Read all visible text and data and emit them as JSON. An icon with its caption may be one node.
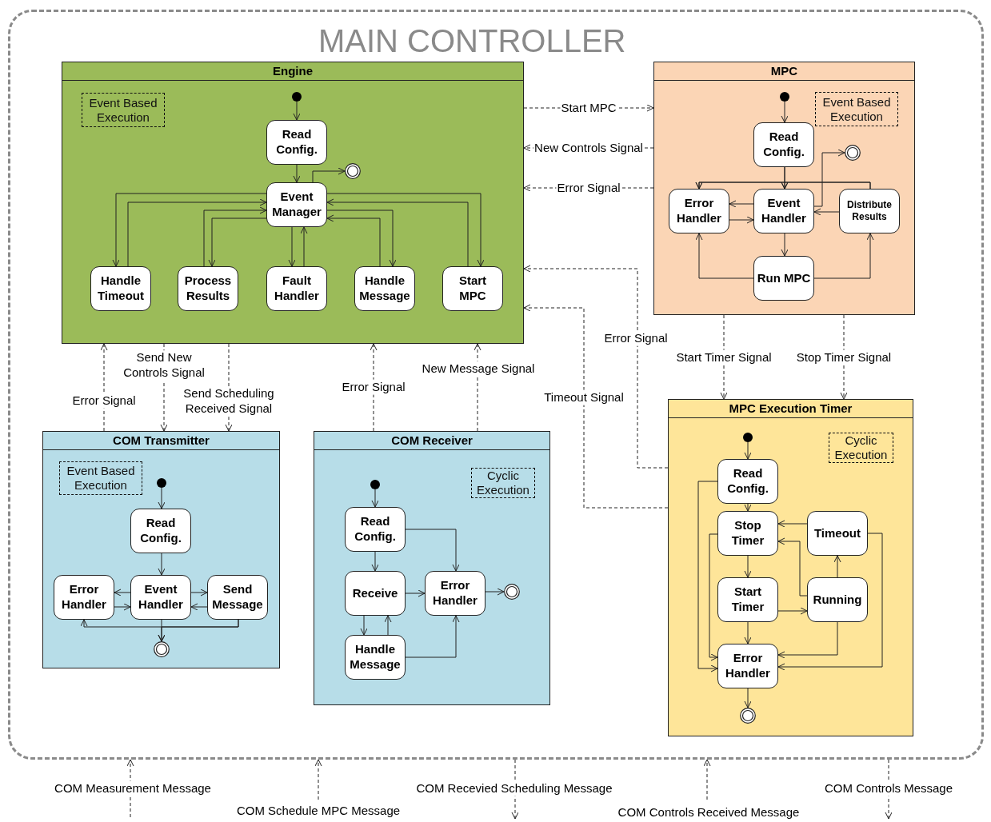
{
  "diagram": {
    "nodes": [
      {
        "text": [
          "MAIN CONTROLLER"
        ]
      },
      {
        "text": [
          "Engine"
        ],
        "in": 0
      },
      {
        "text": [
          "Event Based Execution"
        ],
        "in": 1
      },
      {
        "text": [],
        "shape": "dot",
        "in": 1
      },
      {
        "text": [
          "Read Config."
        ],
        "in": 1
      },
      {
        "text": [],
        "shape": "circle",
        "in": 1
      },
      {
        "text": [
          "Event Manager"
        ],
        "in": 1
      },
      {
        "text": [
          "Handle Timeout"
        ],
        "in": 1
      },
      {
        "text": [
          "Process Results"
        ],
        "in": 1
      },
      {
        "text": [
          "Fault Handler"
        ],
        "in": 1
      },
      {
        "text": [
          "Handle Message"
        ],
        "in": 1
      },
      {
        "text": [
          "Start MPC"
        ],
        "in": 1
      },
      {
        "text": [
          "MPC"
        ],
        "in": 0
      },
      {
        "text": [
          "Event Based Execution"
        ],
        "in": 12
      },
      {
        "text": [],
        "shape": "dot",
        "in": 12
      },
      {
        "text": [
          "Read Config."
        ],
        "in": 12
      },
      {
        "text": [],
        "shape": "circle",
        "in": 12
      },
      {
        "text": [
          "Error Handler"
        ],
        "in": 12
      },
      {
        "text": [
          "Event Handler"
        ],
        "in": 12
      },
      {
        "text": [
          "Distribute Results"
        ],
        "in": 12
      },
      {
        "text": [
          "Run MPC"
        ],
        "in": 12
      },
      {
        "text": [
          "COM Transmitter"
        ],
        "in": 0
      },
      {
        "text": [
          "Event Based Execution"
        ],
        "in": 21
      },
      {
        "text": [],
        "shape": "dot",
        "in": 21
      },
      {
        "text": [
          "Read Config."
        ],
        "in": 21
      },
      {
        "text": [
          "Error Handler"
        ],
        "in": 21
      },
      {
        "text": [
          "Event Handler"
        ],
        "in": 21
      },
      {
        "text": [
          "Send Message"
        ],
        "in": 21
      },
      {
        "text": [],
        "shape": "circle",
        "in": 21
      },
      {
        "text": [
          "COM Receiver"
        ],
        "in": 0
      },
      {
        "text": [
          "Cyclic Execution"
        ],
        "in": 29
      },
      {
        "text": [],
        "shape": "dot",
        "in": 29
      },
      {
        "text": [
          "Read Config."
        ],
        "in": 29
      },
      {
        "text": [
          "Receive"
        ],
        "in": 29
      },
      {
        "text": [
          "Error Handler"
        ],
        "in": 29
      },
      {
        "text": [],
        "shape": "circle",
        "in": 29
      },
      {
        "text": [
          "Handle Message"
        ],
        "in": 29
      },
      {
        "text": [
          "MPC Execution Timer"
        ],
        "in": 0
      },
      {
        "text": [
          "Cyclic Execution"
        ],
        "in": 37
      },
      {
        "text": [],
        "shape": "dot",
        "in": 37
      },
      {
        "text": [
          "Read Config."
        ],
        "in": 37
      },
      {
        "text": [
          "Stop Timer"
        ],
        "in": 37
      },
      {
        "text": [
          "Timeout"
        ],
        "in": 37
      },
      {
        "text": [
          "Start Timer"
        ],
        "in": 37
      },
      {
        "text": [
          "Running"
        ],
        "in": 37
      },
      {
        "text": [
          "Error Handler"
        ],
        "in": 37
      },
      {
        "text": [],
        "shape": "circle",
        "in": 37
      }
    ],
    "edges": [
      {
        "from": 3,
        "to": 4,
        "arrow": "to"
      },
      {
        "from": 4,
        "to": 6,
        "arrow": "to"
      },
      {
        "from": 6,
        "to": 5,
        "arrow": "to"
      },
      {
        "from": 6,
        "to": 7,
        "arrow": "to"
      },
      {
        "from": 7,
        "to": 6,
        "arrow": "to"
      },
      {
        "from": 8,
        "to": 6,
        "arrow": "to"
      },
      {
        "from": 6,
        "to": 8,
        "arrow": "to"
      },
      {
        "from": 6,
        "to": 9,
        "arrow": "to"
      },
      {
        "from": 9,
        "to": 6,
        "arrow": "to"
      },
      {
        "from": 6,
        "to": 10,
        "arrow": "to"
      },
      {
        "from": 10,
        "to": 6,
        "arrow": "to"
      },
      {
        "from": 6,
        "to": 11,
        "arrow": "to"
      },
      {
        "from": 11,
        "to": 6,
        "arrow": "to"
      },
      {
        "from": 14,
        "to": 15,
        "arrow": "to"
      },
      {
        "from": 15,
        "to": 17,
        "arrow": "to"
      },
      {
        "from": 15,
        "to": 18,
        "arrow": "to"
      },
      {
        "from": 19,
        "to": 17,
        "arrow": "to"
      },
      {
        "from": 19,
        "to": 18,
        "arrow": "to"
      },
      {
        "from": 18,
        "to": 16,
        "arrow": "to"
      },
      {
        "from": 18,
        "to": 17,
        "arrow": "to"
      },
      {
        "from": 17,
        "to": 18,
        "arrow": "to"
      },
      {
        "from": 19,
        "to": 18,
        "arrow": "to"
      },
      {
        "from": 18,
        "to": 20,
        "arrow": "to"
      },
      {
        "from": 20,
        "to": 17,
        "arrow": "to"
      },
      {
        "from": 20,
        "to": 19,
        "arrow": "to"
      },
      {
        "from": 23,
        "to": 24,
        "arrow": "to"
      },
      {
        "from": 24,
        "to": 26,
        "arrow": "to"
      },
      {
        "from": 26,
        "to": 25,
        "arrow": "to"
      },
      {
        "from": 25,
        "to": 26,
        "arrow": "to"
      },
      {
        "from": 26,
        "to": 27,
        "arrow": "to"
      },
      {
        "from": 27,
        "to": 26,
        "arrow": "to"
      },
      {
        "from": 26,
        "to": 28,
        "arrow": "to"
      },
      {
        "from": 27,
        "to": 28,
        "arrow": "to"
      },
      {
        "from": 27,
        "to": 25,
        "arrow": "to"
      },
      {
        "from": 31,
        "to": 32,
        "arrow": "to"
      },
      {
        "from": 32,
        "to": 33,
        "arrow": "to"
      },
      {
        "from": 32,
        "to": 34,
        "arrow": "to"
      },
      {
        "from": 33,
        "to": 34,
        "arrow": "to"
      },
      {
        "from": 34,
        "to": 35,
        "arrow": "to"
      },
      {
        "from": 33,
        "to": 36,
        "arrow": "to"
      },
      {
        "from": 36,
        "to": 33,
        "arrow": "to"
      },
      {
        "from": 36,
        "to": 34,
        "arrow": "to"
      },
      {
        "from": 39,
        "to": 40,
        "arrow": "to"
      },
      {
        "from": 40,
        "to": 41,
        "arrow": "to"
      },
      {
        "from": 40,
        "to": 45,
        "arrow": "to"
      },
      {
        "from": 42,
        "to": 41,
        "arrow": "to"
      },
      {
        "from": 44,
        "to": 41,
        "arrow": "to"
      },
      {
        "from": 44,
        "to": 42,
        "arrow": "to"
      },
      {
        "from": 41,
        "to": 43,
        "arrow": "to"
      },
      {
        "from": 43,
        "to": 44,
        "arrow": "to"
      },
      {
        "from": 43,
        "to": 45,
        "arrow": "to"
      },
      {
        "from": 41,
        "to": 45,
        "arrow": "to"
      },
      {
        "from": 44,
        "to": 45,
        "arrow": "to"
      },
      {
        "from": 42,
        "to": 45,
        "arrow": "to"
      },
      {
        "from": 45,
        "to": 46,
        "arrow": "to"
      },
      {
        "from": 1,
        "to": 12,
        "arrow": "to",
        "label": "Start MPC",
        "style": "dashed"
      },
      {
        "from": 12,
        "to": 1,
        "arrow": "to",
        "label": "New Controls Signal",
        "style": "dashed"
      },
      {
        "from": 12,
        "to": 1,
        "arrow": "to",
        "label": "Error Signal",
        "style": "dashed"
      },
      {
        "from": 37,
        "to": 1,
        "arrow": "to",
        "label": "Error Signal",
        "style": "dashed"
      },
      {
        "from": 37,
        "to": 1,
        "arrow": "to",
        "label": "Timeout Signal",
        "style": "dashed"
      },
      {
        "from": 12,
        "to": 37,
        "arrow": "to",
        "label": "Start Timer Signal",
        "style": "dashed"
      },
      {
        "from": 12,
        "to": 37,
        "arrow": "to",
        "label": "Stop Timer Signal",
        "style": "dashed"
      },
      {
        "from": 21,
        "to": 1,
        "arrow": "to",
        "label": "Error Signal",
        "style": "dashed"
      },
      {
        "from": 1,
        "to": 21,
        "arrow": "to",
        "label": "Send New Controls Signal",
        "style": "dashed"
      },
      {
        "from": 1,
        "to": 21,
        "arrow": "to",
        "label": "Send Scheduling Received Signal",
        "style": "dashed"
      },
      {
        "from": 29,
        "to": 1,
        "arrow": "to",
        "label": "Error Signal",
        "style": "dashed"
      },
      {
        "from": 29,
        "to": 1,
        "arrow": "to",
        "label": "New Message Signal",
        "style": "dashed"
      },
      {
        "from": null,
        "to": 0,
        "arrow": "to",
        "label": "COM Measurement Message",
        "style": "dashed"
      },
      {
        "from": null,
        "to": 0,
        "arrow": "to",
        "label": "COM Schedule MPC Message",
        "style": "dashed"
      },
      {
        "from": 0,
        "to": null,
        "arrow": "to",
        "label": "COM Recevied Scheduling Message",
        "style": "dashed"
      },
      {
        "from": null,
        "to": 0,
        "arrow": "to",
        "label": "COM Controls Received Message",
        "style": "dashed"
      },
      {
        "from": 0,
        "to": null,
        "arrow": "to",
        "label": "COM Controls Message",
        "style": "dashed"
      }
    ]
  }
}
